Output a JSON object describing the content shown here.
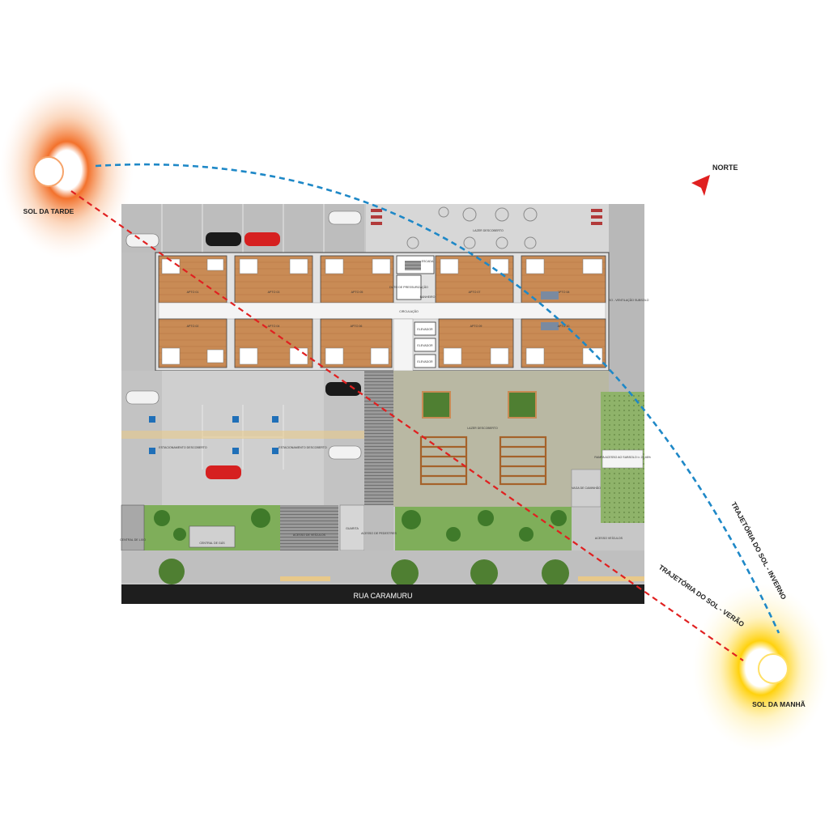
{
  "sun": {
    "afternoon_label": "SOL DA TARDE",
    "morning_label": "SOL DA MANHÃ",
    "afternoon_color": "#f26a21",
    "morning_color": "#ffcf00"
  },
  "north_label": "NORTE",
  "paths": {
    "winter_label": "TRAJETÓRIA DO SOL - INVERNO",
    "summer_label": "TRAJETÓRIA DO SOL - VERÃO",
    "winter_color": "#1e88c7",
    "summer_color": "#e02020"
  },
  "street_label": "RUA CARAMURU",
  "areas": {
    "lazer_top": "LAZER DESCOBERTO",
    "lazer_main": "LAZER DESCOBERTO",
    "circulacao": "CIRCULAÇÃO",
    "estacionamento_left": "ESTACIONAMENTO DESCOBERTO",
    "estacionamento_right": "ESTACIONAMENTO DESCOBERTO",
    "vazio": "VAZIO - VENTILAÇÃO SUBSOLO",
    "rampa": "RAMPA ACESSO AO SUBSOLO i= 22,46%",
    "vaga": "VAGA DE CAMINHÃO",
    "acesso_veiculos": "ACESSO DE VEÍCULOS",
    "acesso_pedestres": "ACESSO DE PEDESTRES",
    "acesso_direita": "ACESSO VEÍCULOS",
    "central_gas": "CENTRAL DE GÁS",
    "central_lixo": "CENTRAL DE LIXO",
    "guarita": "GUARITA",
    "escada": "ESCADA",
    "shaft": "DUTO DE PRESSURIZAÇÃO",
    "lavabo": "BANHEIRO",
    "elevador1": "ELEVADOR",
    "elevador2": "ELEVADOR",
    "elevador3": "ELEVADOR"
  },
  "apartments_top": [
    "APTO 01",
    "APTO 03",
    "APTO 05",
    "APTO 07",
    "APTO 08"
  ],
  "apartments_bottom": [
    "APTO 02",
    "APTO 04",
    "APTO 06",
    "APTO 09",
    "APTO 10"
  ],
  "colors": {
    "paving": "#c9c9c9",
    "building": "#dcdcdc",
    "wood": "#c98b55",
    "grass": "#7fae5a",
    "street": "#1e1e1e",
    "courtyard": "#b9b8a3"
  }
}
